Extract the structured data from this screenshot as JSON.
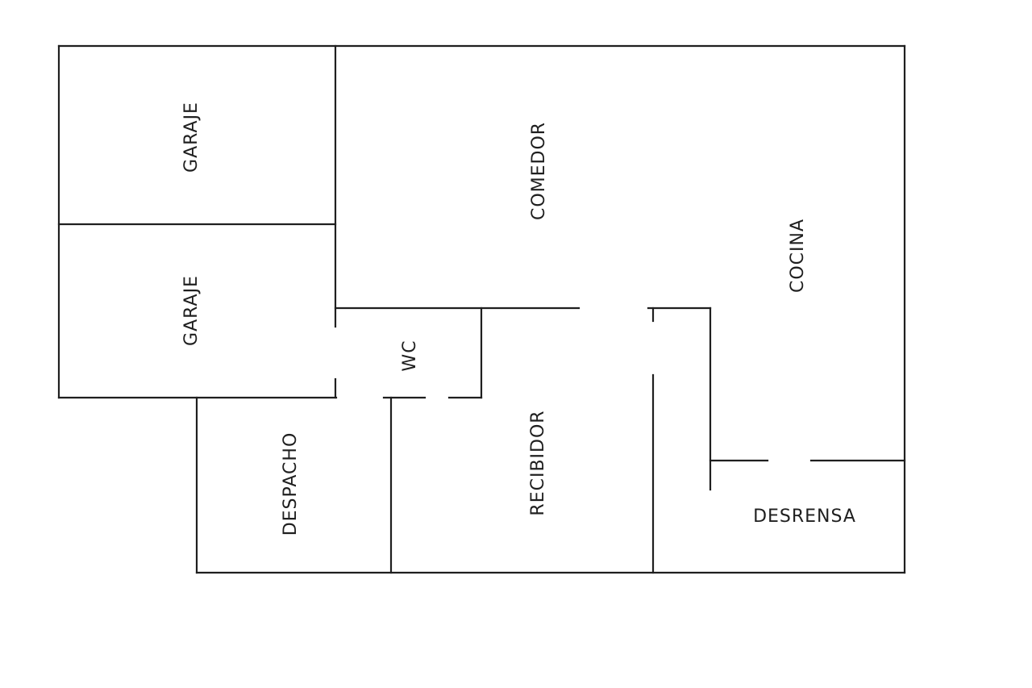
{
  "rooms": {
    "garaje_1": "GARAJE",
    "garaje_2": "GARAJE",
    "comedor": "COMEDOR",
    "cocina": "COCINA",
    "wc": "WC",
    "despacho": "DESPACHO",
    "recibidor": "RECIBIDOR",
    "desrensa": "DESRENSA"
  },
  "colors": {
    "wall": "#1f1f1f",
    "background": "#ffffff"
  }
}
